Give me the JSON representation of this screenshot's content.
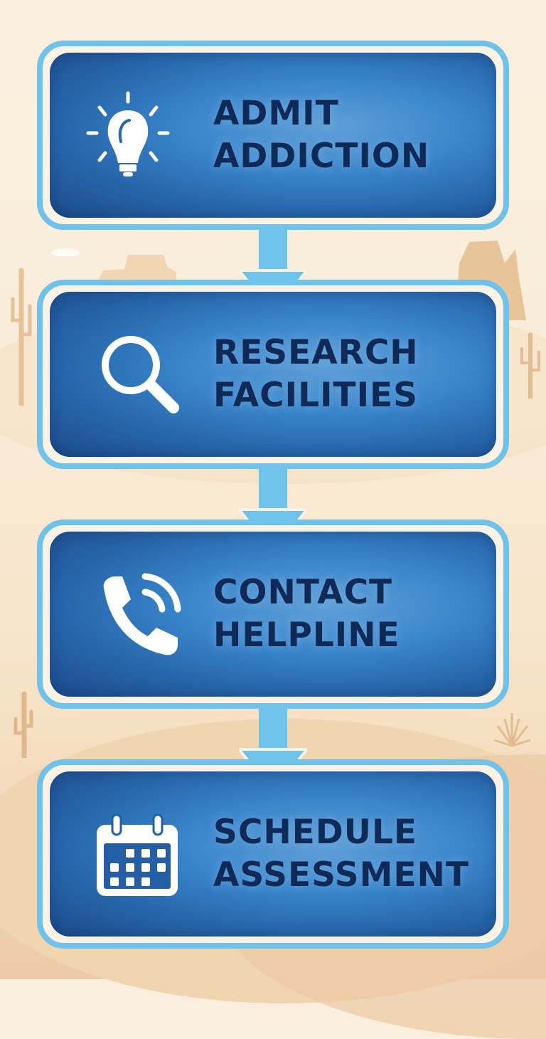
{
  "diagram": {
    "type": "vertical-flowchart",
    "colors": {
      "card_gradient_dark": "#1c4a8a",
      "card_gradient_light": "#5fa0d8",
      "ring": "#6fc2ea",
      "ring_gap": "#faf2e4",
      "arrow": "#6fc2ea",
      "text": "#0f2a57",
      "icon": "#ffffff",
      "background_top": "#faefdf",
      "background_bottom": "#eccba6"
    },
    "steps": [
      {
        "line1": "ADMIT",
        "line2": "ADDICTION",
        "icon": "lightbulb-icon"
      },
      {
        "line1": "RESEARCH",
        "line2": "FACILITIES",
        "icon": "magnifying-glass-icon"
      },
      {
        "line1": "CONTACT",
        "line2": "HELPLINE",
        "icon": "phone-icon"
      },
      {
        "line1": "SCHEDULE",
        "line2": "ASSESSMENT",
        "icon": "calendar-icon"
      }
    ],
    "background_decor": [
      "cactus",
      "mesa-rock",
      "cloud",
      "desert-dunes",
      "agave-plant"
    ]
  }
}
